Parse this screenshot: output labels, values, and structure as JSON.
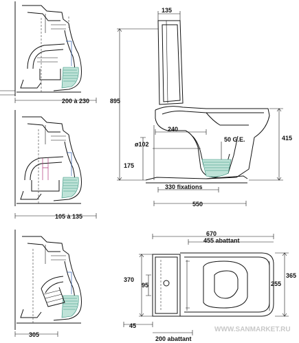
{
  "dimensions": {
    "d135": "135",
    "d895": "895",
    "d240": "240",
    "d102": "ø102",
    "d50ge": "50 G.E.",
    "d415": "415",
    "d175": "175",
    "d330": "330 fixations",
    "d550": "550",
    "d200_230": "200 à 230",
    "d105_135": "105 à 135",
    "d305": "305",
    "d670": "670",
    "d455": "455 abattant",
    "d370": "370",
    "d95": "95",
    "d255": "255",
    "d365": "365",
    "d45": "45",
    "d200ab": "200 abattant"
  },
  "watermark": "WWW.SANMARKET.RU",
  "colors": {
    "line": "#111111",
    "water": "#bfe3d8",
    "water_stroke": "#2f8f7a",
    "pipe_magenta": "#b0357a",
    "pipe_blue": "#2f5fb0",
    "watermark": "#c8c8c8"
  }
}
